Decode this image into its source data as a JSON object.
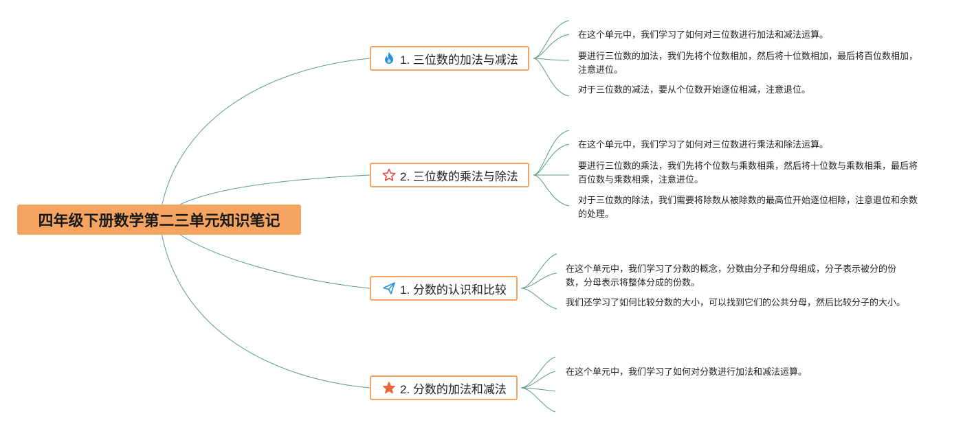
{
  "root": {
    "title": "四年级下册数学第二三单元知识笔记"
  },
  "branches": [
    {
      "icon": "flame-icon",
      "icon_color": "#2a8fd6",
      "label": "1. 三位数的加法与减法",
      "notes": [
        "在这个单元中，我们学习了如何对三位数进行加法和减法运算。",
        "要进行三位数的加法，我们先将个位数相加，然后将十位数相加，最后将百位数相加，注意进位。",
        "对于三位数的减法，要从个位数开始逐位相减，注意退位。"
      ]
    },
    {
      "icon": "star-outline-icon",
      "icon_color": "#e04a3f",
      "label": "2. 三位数的乘法与除法",
      "notes": [
        "在这个单元中，我们学习了如何对三位数进行乘法和除法运算。",
        "要进行三位数的乘法，我们先将个位数与乘数相乘，然后将十位数与乘数相乘，最后将百位数与乘数相乘，注意进位。",
        "对于三位数的除法，我们需要将除数从被除数的最高位开始逐位相除，注意退位和余数的处理。"
      ]
    },
    {
      "icon": "paper-plane-icon",
      "icon_color": "#2a8fd6",
      "label": "1. 分数的认识和比较",
      "notes": [
        "在这个单元中，我们学习了分数的概念，分数由分子和分母组成，分子表示被分的份数，分母表示将整体分成的份数。",
        "我们还学习了如何比较分数的大小，可以找到它们的公共分母，然后比较分子的大小。"
      ]
    },
    {
      "icon": "star-filled-icon",
      "icon_color": "#e8643a",
      "label": "2. 分数的加法和减法",
      "notes": [
        "在这个单元中，我们学习了如何对分数进行加法和减法运算。"
      ]
    }
  ],
  "colors": {
    "link": "#5a9a80",
    "root_fill": "#f4a460",
    "branch_border": "#f4a460"
  }
}
